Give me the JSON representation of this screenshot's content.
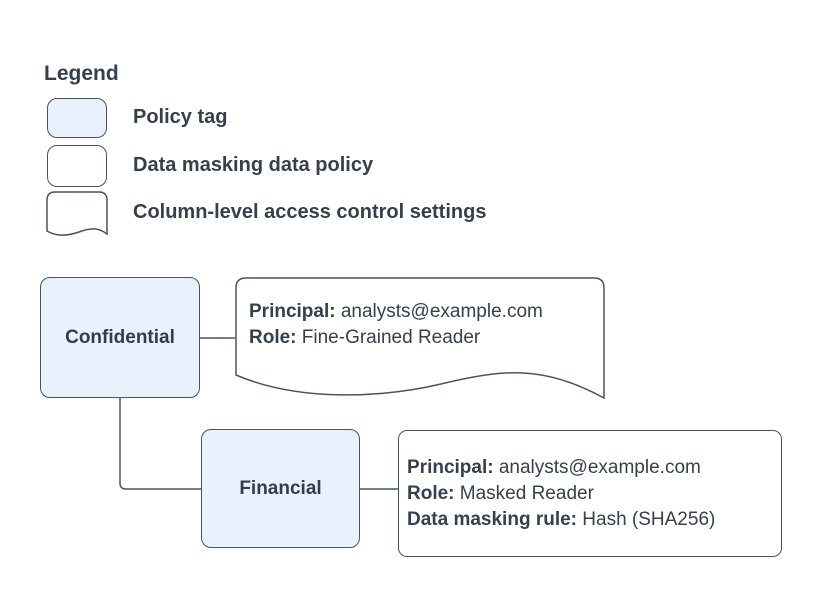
{
  "colors": {
    "background": "#ffffff",
    "stroke": "#4a5461",
    "text": "#363f4c",
    "policy_tag_fill": "#e8f1fc",
    "policy_box_fill": "#ffffff"
  },
  "legend": {
    "title": "Legend",
    "items": [
      {
        "label": "Policy tag"
      },
      {
        "label": "Data masking data policy"
      },
      {
        "label": "Column-level access control settings"
      }
    ]
  },
  "nodes": {
    "confidential": {
      "label": "Confidential"
    },
    "financial": {
      "label": "Financial"
    },
    "access_settings": {
      "lines": [
        {
          "label": "Principal:",
          "value": "analysts@example.com"
        },
        {
          "label": "Role:",
          "value": "Fine-Grained Reader"
        }
      ]
    },
    "masking_policy": {
      "lines": [
        {
          "label": "Principal:",
          "value": "analysts@example.com"
        },
        {
          "label": "Role:",
          "value": "Masked Reader"
        },
        {
          "label": "Data masking rule:",
          "value": "Hash (SHA256)"
        }
      ]
    }
  }
}
